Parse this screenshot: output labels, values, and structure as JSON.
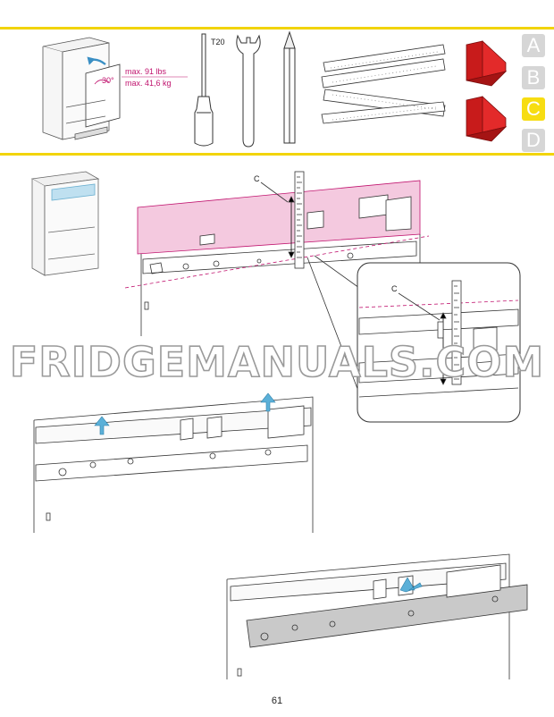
{
  "header": {
    "weight_lbs": "max. 91 lbs",
    "weight_kg": "max. 41,6 kg",
    "angle": "30°",
    "tool_label": "T20",
    "letters": [
      "A",
      "B",
      "C",
      "D"
    ],
    "active_letter": "C"
  },
  "labels": {
    "marker_main": "C",
    "marker_zoom": "C"
  },
  "watermark": "FRIDGEMANUALS.COM",
  "page_number": "61",
  "colors": {
    "accent_yellow": "#f2d40a",
    "magenta": "#c0136e",
    "highlight_pink": "#f4c9df",
    "bracket_red": "#d42020",
    "arrow_blue": "#5bb0d8",
    "panel_gray": "#c9c9c9"
  }
}
